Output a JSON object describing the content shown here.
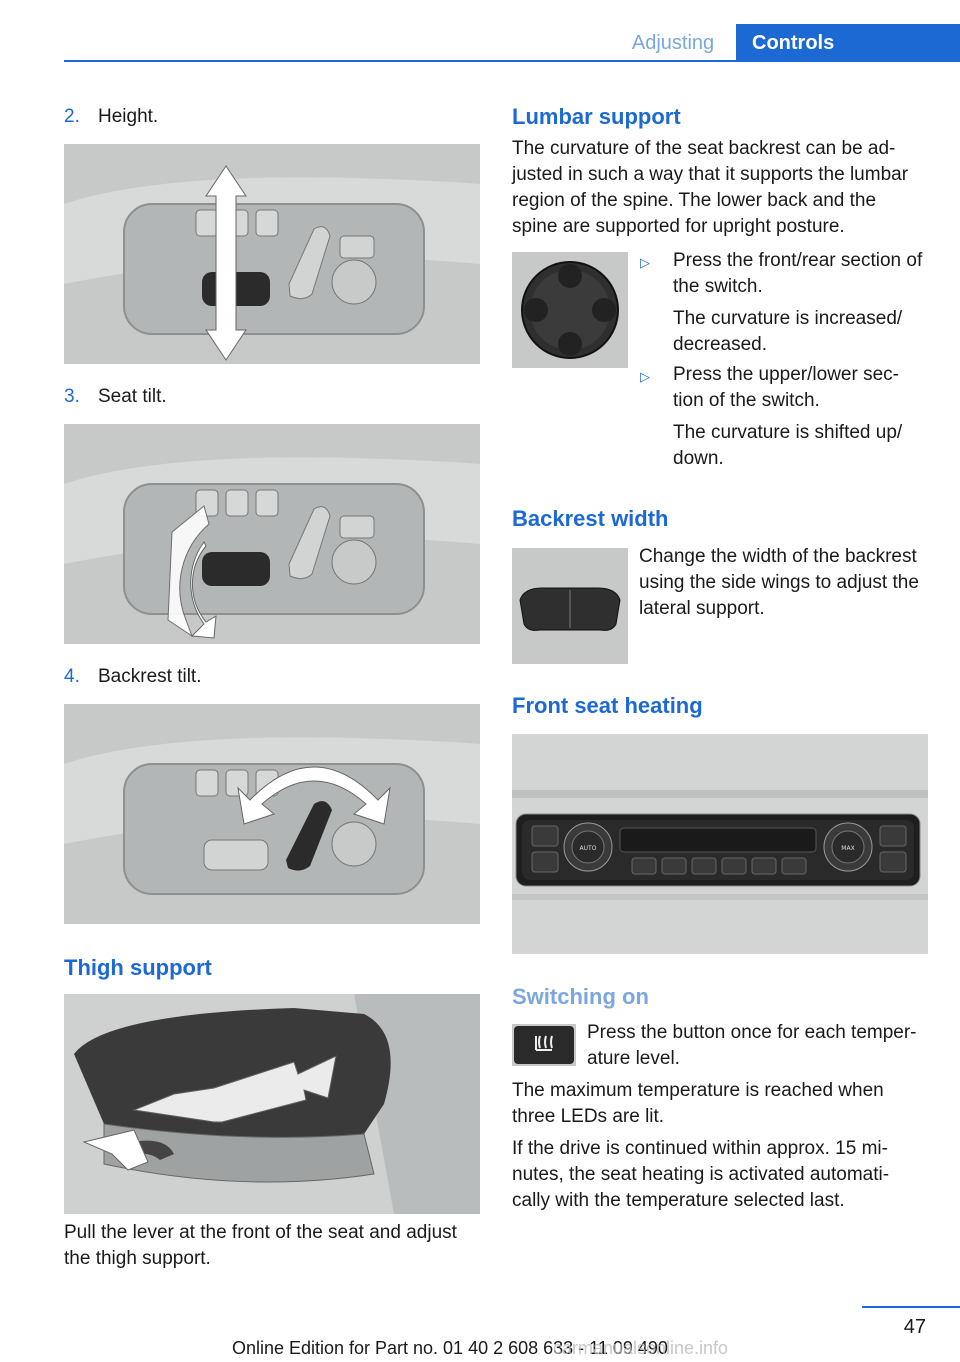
{
  "header": {
    "section": "Adjusting",
    "chapter": "Controls"
  },
  "left": {
    "items": [
      {
        "num": "2.",
        "label": "Height."
      },
      {
        "num": "3.",
        "label": "Seat tilt."
      },
      {
        "num": "4.",
        "label": "Backrest tilt."
      }
    ],
    "thigh": {
      "title": "Thigh support",
      "text1": "Pull the lever at the front of the seat and adjust",
      "text2": "the thigh support."
    }
  },
  "right": {
    "lumbar": {
      "title": "Lumbar support",
      "lines": [
        "The curvature of the seat backrest can be ad-",
        "justed in such a way that it supports the lumbar",
        "region of the spine. The lower back and the",
        "spine are supported for upright posture."
      ],
      "b1a": "Press the front/rear section of",
      "b1b": "the switch.",
      "b1c": "The curvature is increased/",
      "b1d": "decreased.",
      "b2a": "Press the upper/lower sec-",
      "b2b": "tion of the switch.",
      "b2c": "The curvature is shifted up/",
      "b2d": "down."
    },
    "backrest": {
      "title": "Backrest width",
      "l1": "Change the width of the backrest",
      "l2": "using the side wings to adjust the",
      "l3": "lateral support."
    },
    "heating": {
      "title": "Front seat heating",
      "panel_auto": "AUTO",
      "panel_max": "MAX",
      "sub": "Switching on",
      "s1": "Press the button once for each temper-",
      "s2": "ature level.",
      "p1a": "The maximum temperature is reached when",
      "p1b": "three LEDs are lit.",
      "p2a": "If the drive is continued within approx. 15 mi-",
      "p2b": "nutes, the seat heating is activated automati-",
      "p2c": "cally with the temperature selected last."
    }
  },
  "footer": {
    "page": "47",
    "edition": "Online Edition for Part no. 01 40 2 608 633 - 11 09 490",
    "watermark": "carmanualsonline.info"
  }
}
